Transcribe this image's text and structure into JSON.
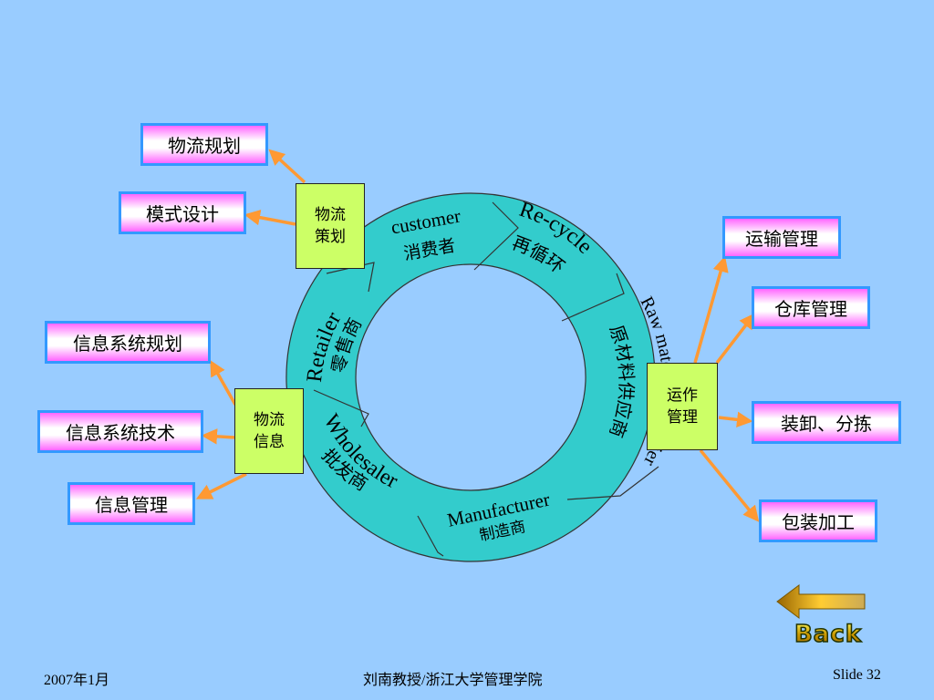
{
  "cycle": {
    "customer": {
      "en": "customer",
      "zh": "消费者"
    },
    "recycle": {
      "en": "Re-cycle",
      "zh": "再循环"
    },
    "raw": {
      "en": "Raw materials supplier",
      "zh": "原材料供应商"
    },
    "manufacturer": {
      "en": "Manufacturer",
      "zh": "制造商"
    },
    "wholesaler": {
      "en": "Wholesaler",
      "zh": "批发商"
    },
    "retailer": {
      "en": "Retailer",
      "zh": "零售商"
    }
  },
  "hubs": {
    "planning": {
      "line1": "物流",
      "line2": "策划"
    },
    "info": {
      "line1": "物流",
      "line2": "信息"
    },
    "ops": {
      "line1": "运作",
      "line2": "管理"
    }
  },
  "boxes": {
    "logistics_planning": "物流规划",
    "mode_design": "模式设计",
    "is_planning": "信息系统规划",
    "is_tech": "信息系统技术",
    "info_mgmt": "信息管理",
    "transport_mgmt": "运输管理",
    "warehouse_mgmt": "仓库管理",
    "loading_sorting": "装卸、分拣",
    "packaging": "包装加工"
  },
  "back_label": "Back",
  "footer": {
    "date": "2007年1月",
    "author": "刘南教授/浙江大学管理学院",
    "slide": "Slide 32"
  },
  "colors": {
    "background": "#99ccff",
    "ring": "#33cccc",
    "arrow": "#ff9933",
    "hub": "#ccff66",
    "box_border": "#3399ff"
  }
}
